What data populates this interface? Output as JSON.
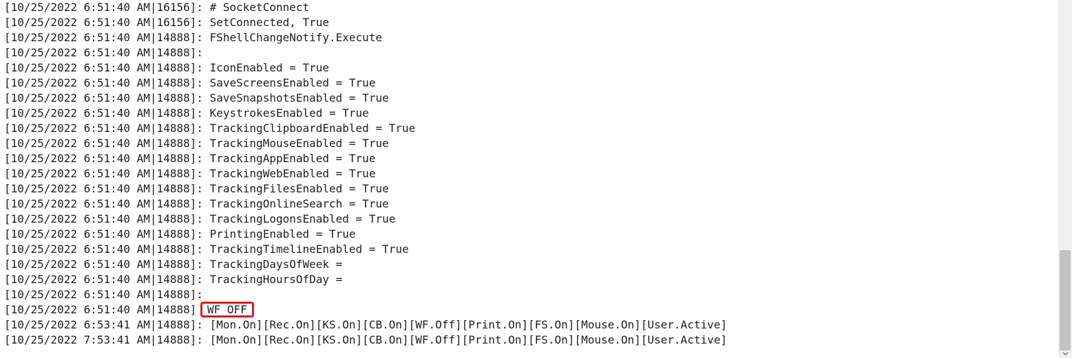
{
  "log": {
    "lines": [
      {
        "prefix": "[10/25/2022 6:51:40 AM|16156]:",
        "message": "# SocketConnect"
      },
      {
        "prefix": "[10/25/2022 6:51:40 AM|16156]:",
        "message": "SetConnected, True"
      },
      {
        "prefix": "[10/25/2022 6:51:40 AM|14888]:",
        "message": "FShellChangeNotify.Execute"
      },
      {
        "prefix": "[10/25/2022 6:51:40 AM|14888]:",
        "message": ""
      },
      {
        "prefix": "[10/25/2022 6:51:40 AM|14888]:",
        "message": "IconEnabled = True"
      },
      {
        "prefix": "[10/25/2022 6:51:40 AM|14888]:",
        "message": "SaveScreensEnabled = True"
      },
      {
        "prefix": "[10/25/2022 6:51:40 AM|14888]:",
        "message": "SaveSnapshotsEnabled = True"
      },
      {
        "prefix": "[10/25/2022 6:51:40 AM|14888]:",
        "message": "KeystrokesEnabled = True"
      },
      {
        "prefix": "[10/25/2022 6:51:40 AM|14888]:",
        "message": "TrackingClipboardEnabled = True"
      },
      {
        "prefix": "[10/25/2022 6:51:40 AM|14888]:",
        "message": "TrackingMouseEnabled = True"
      },
      {
        "prefix": "[10/25/2022 6:51:40 AM|14888]:",
        "message": "TrackingAppEnabled = True"
      },
      {
        "prefix": "[10/25/2022 6:51:40 AM|14888]:",
        "message": "TrackingWebEnabled = True"
      },
      {
        "prefix": "[10/25/2022 6:51:40 AM|14888]:",
        "message": "TrackingFilesEnabled = True"
      },
      {
        "prefix": "[10/25/2022 6:51:40 AM|14888]:",
        "message": "TrackingOnlineSearch = True"
      },
      {
        "prefix": "[10/25/2022 6:51:40 AM|14888]:",
        "message": "TrackingLogonsEnabled = True"
      },
      {
        "prefix": "[10/25/2022 6:51:40 AM|14888]:",
        "message": "PrintingEnabled = True"
      },
      {
        "prefix": "[10/25/2022 6:51:40 AM|14888]:",
        "message": "TrackingTimelineEnabled = True"
      },
      {
        "prefix": "[10/25/2022 6:51:40 AM|14888]:",
        "message": "TrackingDaysOfWeek ="
      },
      {
        "prefix": "[10/25/2022 6:51:40 AM|14888]:",
        "message": "TrackingHoursOfDay ="
      },
      {
        "prefix": "[10/25/2022 6:51:40 AM|14888]:",
        "message": ""
      },
      {
        "prefix": "[10/25/2022 6:51:40 AM|14888]",
        "message": "WF OFF",
        "highlighted": true
      },
      {
        "prefix": "[10/25/2022 6:53:41 AM|14888]:",
        "message": "[Mon.On][Rec.On][KS.On][CB.On][WF.Off][Print.On][FS.On][Mouse.On][User.Active]"
      },
      {
        "prefix": "[10/25/2022 7:53:41 AM|14888]:",
        "message": "[Mon.On][Rec.On][KS.On][CB.On][WF.Off][Print.On][FS.On][Mouse.On][User.Active]"
      }
    ]
  },
  "highlight_color": "#e81717",
  "scrollbar": {
    "arrow_icon": "chevron-down-icon"
  }
}
